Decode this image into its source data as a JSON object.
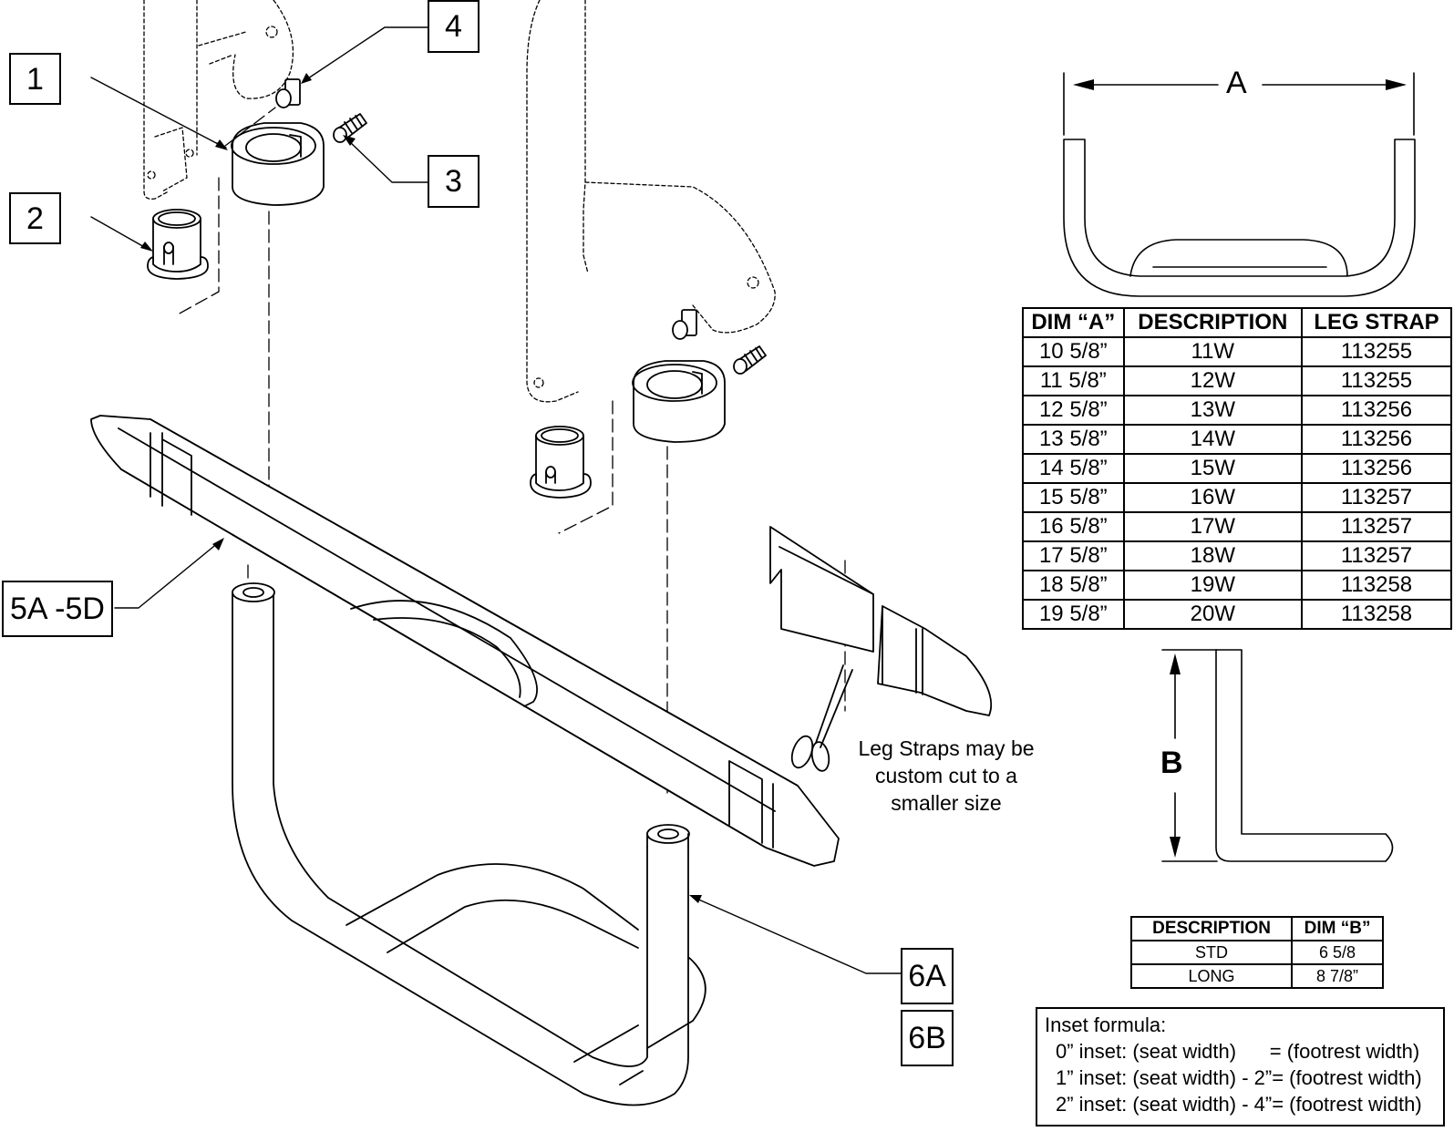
{
  "callouts": {
    "c1": "1",
    "c2": "2",
    "c3": "3",
    "c4": "4",
    "c5": "5A -5D",
    "c6a": "6A",
    "c6b": "6B"
  },
  "dimension_labels": {
    "a": "A",
    "b": "B"
  },
  "dim_a_table": {
    "headers": [
      "DIM “A”",
      "DESCRIPTION",
      "LEG STRAP"
    ],
    "rows": [
      [
        "10 5/8”",
        "11W",
        "113255"
      ],
      [
        "11 5/8”",
        "12W",
        "113255"
      ],
      [
        "12 5/8”",
        "13W",
        "113256"
      ],
      [
        "13 5/8”",
        "14W",
        "113256"
      ],
      [
        "14 5/8”",
        "15W",
        "113256"
      ],
      [
        "15 5/8”",
        "16W",
        "113257"
      ],
      [
        "16 5/8”",
        "17W",
        "113257"
      ],
      [
        "17 5/8”",
        "18W",
        "113257"
      ],
      [
        "18 5/8”",
        "19W",
        "113258"
      ],
      [
        "19 5/8”",
        "20W",
        "113258"
      ]
    ]
  },
  "dim_b_table": {
    "headers": [
      "DESCRIPTION",
      "DIM “B”"
    ],
    "rows": [
      [
        "STD",
        "6 5/8"
      ],
      [
        "LONG",
        "8 7/8”"
      ]
    ]
  },
  "note": {
    "line1": "Leg Straps may be",
    "line2": "custom cut to a",
    "line3": "smaller size"
  },
  "inset": {
    "title": "Inset formula:",
    "line1": "0” inset: (seat width)      = (footrest width)",
    "line2": "1” inset: (seat width) - 2”= (footrest width)",
    "line3": "2” inset: (seat width) - 4”= (footrest width)"
  }
}
